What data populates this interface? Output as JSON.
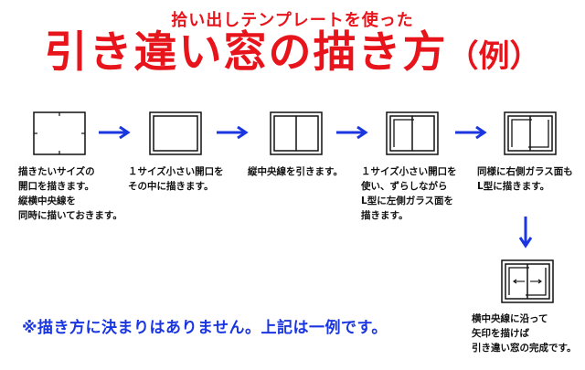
{
  "header": {
    "subtitle": "拾い出しテンプレートを使った",
    "title": "引き違い窓の描き方",
    "title_suffix": "（例）"
  },
  "steps": [
    {
      "lines": [
        "描きたいサイズの",
        "開口を描きます。",
        "縦横中央線を",
        "同時に描いておきます。"
      ]
    },
    {
      "lines": [
        "１サイズ小さい開口を",
        "その中に描きます。"
      ]
    },
    {
      "lines": [
        "縦中央線を引きます。"
      ]
    },
    {
      "lines": [
        "１サイズ小さい開口を",
        "使い、ずらしながら",
        "L型に左側ガラス面を",
        "描きます。"
      ]
    },
    {
      "lines": [
        "同様に右側ガラス面も",
        "L型に描きます。"
      ]
    },
    {
      "lines": [
        "横中央線に沿って",
        "矢印を描けば",
        "引き違い窓の完成です。"
      ]
    }
  ],
  "footer_note": "※描き方に決まりはありません。上記は一例です。",
  "colors": {
    "title": "#e8141c",
    "arrow": "#1a36e0",
    "note": "#1a36e0",
    "line": "#111111"
  }
}
